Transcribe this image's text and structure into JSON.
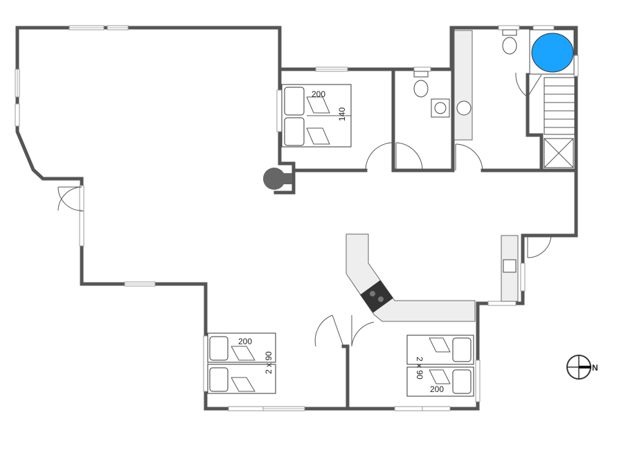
{
  "labels": {
    "bed_master_length": "200",
    "bed_master_width": "140",
    "bed_sw_length": "200",
    "bed_sw_width": "2 x 90",
    "bed_se_length": "200",
    "bed_se_width": "2 x 90"
  },
  "compass": {
    "north_label": "N"
  },
  "colors": {
    "wall": "#555555",
    "bathtub": "#1aa3ff",
    "counter": "#eeeeee",
    "stove": "#333333",
    "stove_fireplace": "#666666"
  }
}
